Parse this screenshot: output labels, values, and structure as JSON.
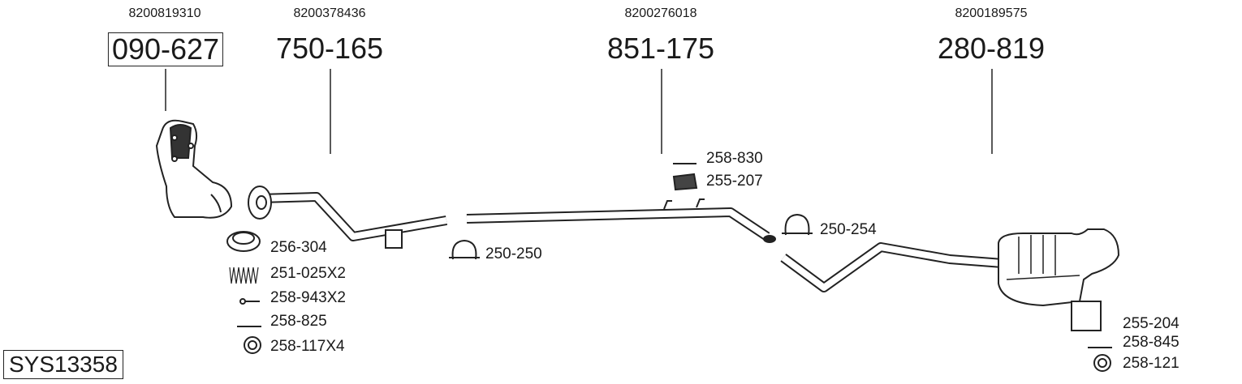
{
  "system_code": "SYS13358",
  "main_parts": [
    {
      "oe_number": "8200819310",
      "part_number": "090-627",
      "highlighted": true
    },
    {
      "oe_number": "8200378436",
      "part_number": "750-165",
      "highlighted": false
    },
    {
      "oe_number": "8200276018",
      "part_number": "851-175",
      "highlighted": false
    },
    {
      "oe_number": "8200189575",
      "part_number": "280-819",
      "highlighted": false
    }
  ],
  "accessories": {
    "front": [
      "256-304",
      "251-025X2",
      "258-943X2",
      "258-825",
      "258-117X4"
    ],
    "clamp_1": "250-250",
    "middle": [
      "258-830",
      "255-207"
    ],
    "clamp_2": "250-254",
    "rear": [
      "255-204",
      "258-845",
      "258-121"
    ]
  }
}
